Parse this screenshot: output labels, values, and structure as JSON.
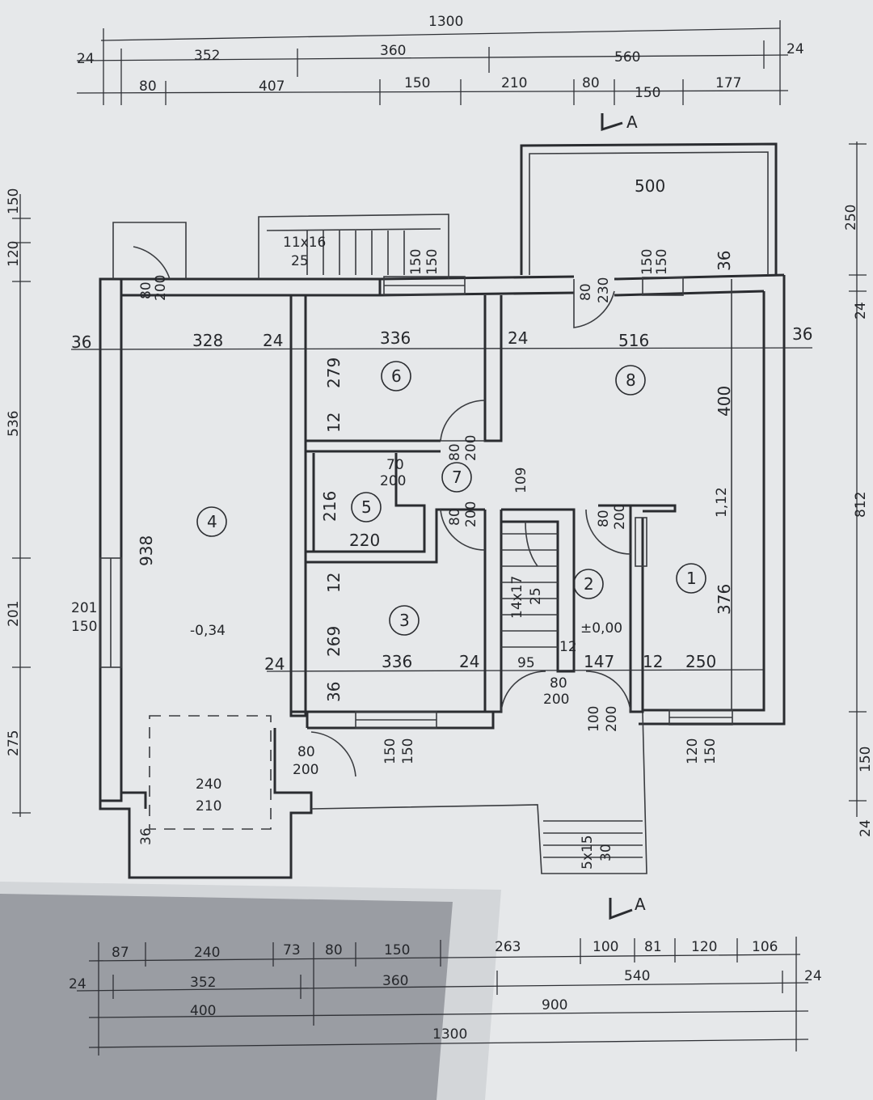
{
  "dimensions": {
    "top_total": "1300",
    "top_row2": [
      "24",
      "352",
      "360",
      "560",
      "24"
    ],
    "top_row3": [
      "80",
      "407",
      "150",
      "210",
      "80",
      "150",
      "177"
    ],
    "bottom_row1": [
      "87",
      "240",
      "73",
      "80",
      "150",
      "263",
      "100",
      "81",
      "120",
      "106"
    ],
    "bottom_row2": [
      "24",
      "352",
      "360",
      "540",
      "24"
    ],
    "bottom_row3": [
      "400",
      "900"
    ],
    "bottom_total": "1300",
    "right": [
      "250",
      "24",
      "812",
      "150",
      "24"
    ],
    "left": [
      "150",
      "120",
      "536",
      "201",
      "275"
    ]
  },
  "section_marks": [
    "A",
    "A"
  ],
  "rooms": [
    {
      "number": "1",
      "dims": [
        "376",
        "250",
        "1,12"
      ]
    },
    {
      "number": "2",
      "dims": [
        "147",
        "12"
      ]
    },
    {
      "number": "3",
      "dims": [
        "336",
        "269",
        "12",
        "36",
        "24",
        "24"
      ]
    },
    {
      "number": "4",
      "dims": [
        "938",
        "328",
        "-0,34"
      ]
    },
    {
      "number": "5",
      "dims": [
        "216",
        "220"
      ]
    },
    {
      "number": "6",
      "dims": [
        "336",
        "279",
        "12"
      ]
    },
    {
      "number": "7",
      "dims": [
        "109"
      ]
    },
    {
      "number": "8",
      "dims": [
        "516",
        "400",
        "24",
        "36"
      ]
    }
  ],
  "labels": {
    "terrace_width": "500",
    "left_wall": "36",
    "right_wall": "36",
    "top_left_wall": "24",
    "level_zero": "±0,00",
    "stairs_main": "14x17",
    "stairs_main_b": "25",
    "stairs_top": "11x16",
    "stairs_top_b": "25",
    "stairs_entry": "5x15",
    "stairs_entry_b": "30",
    "garage_door": "240",
    "garage_door_b": "210",
    "garage_wall": "36",
    "window_left_a": "201",
    "window_left_b": "150",
    "door_12": "12",
    "door_95": "95"
  },
  "openings": [
    {
      "a": "80",
      "b": "200"
    },
    {
      "a": "70",
      "b": "200"
    },
    {
      "a": "80",
      "b": "200"
    },
    {
      "a": "80",
      "b": "200"
    },
    {
      "a": "80",
      "b": "200"
    },
    {
      "a": "100",
      "b": "200"
    },
    {
      "a": "80",
      "b": "200"
    },
    {
      "a": "80",
      "b": "230"
    },
    {
      "a": "150",
      "b": "150"
    },
    {
      "a": "150",
      "b": "150"
    },
    {
      "a": "150",
      "b": "150"
    },
    {
      "a": "120",
      "b": "150"
    },
    {
      "a": "80",
      "b": "200"
    }
  ]
}
